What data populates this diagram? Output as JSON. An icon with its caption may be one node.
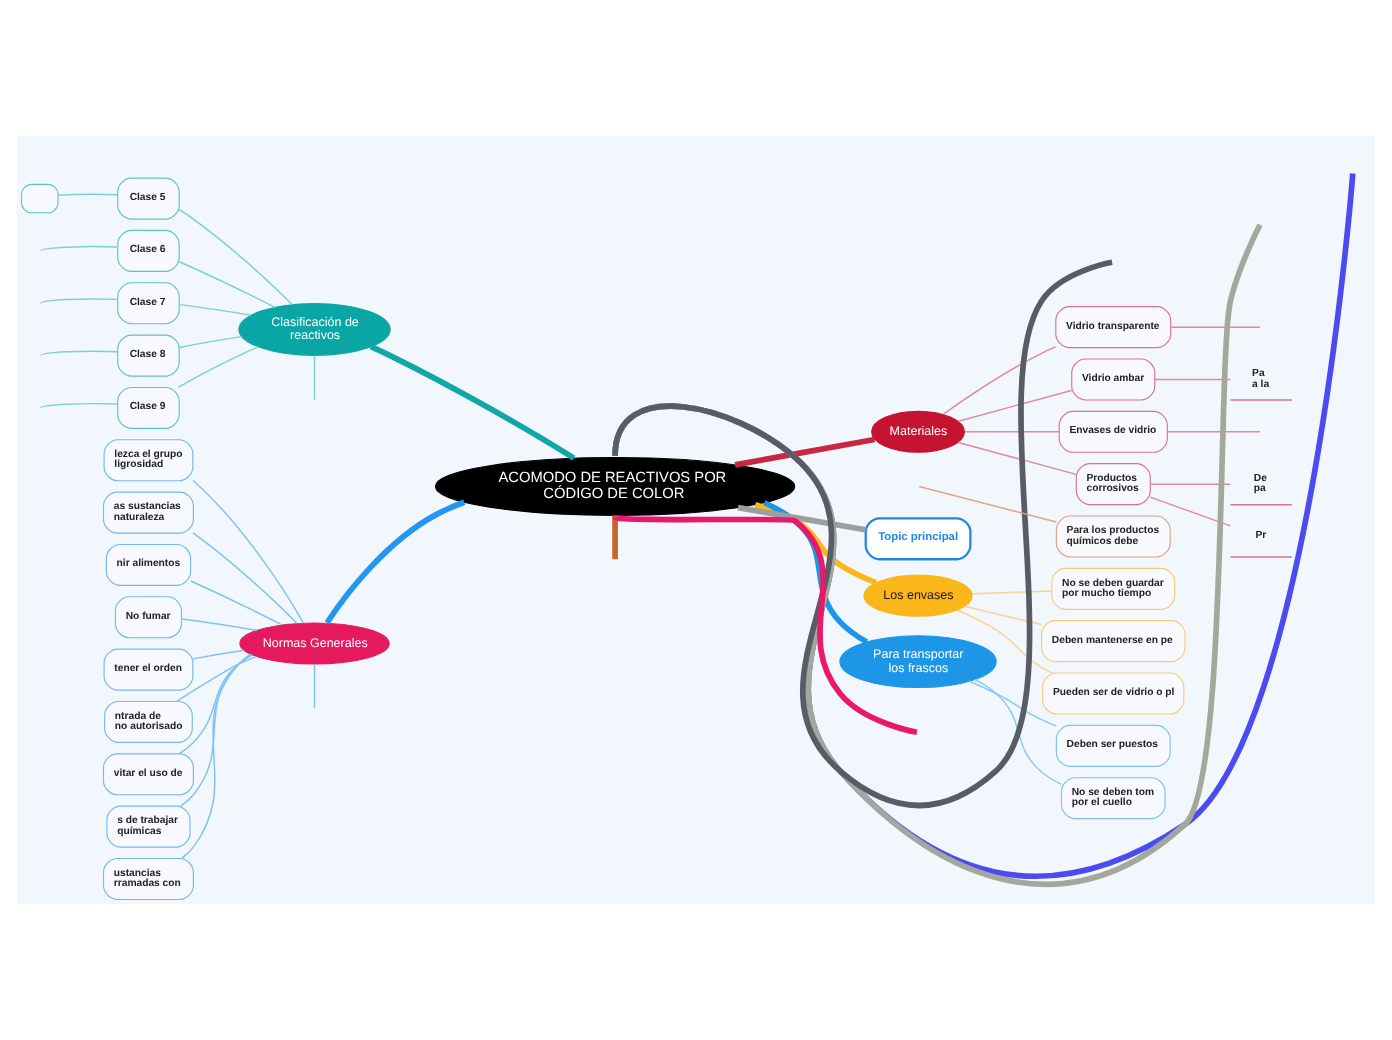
{
  "diagram": {
    "nodes": [
      {
        "text": [
          "ACOMODO DE REACTIVOS POR CÓDIGO DE COLOR"
        ]
      },
      {
        "text": [
          "Clasificación de reactivos"
        ]
      },
      {
        "text": [
          "Clase 5"
        ]
      },
      {
        "text": [],
        "shape": "box"
      },
      {
        "text": [
          "Clase 6"
        ]
      },
      {
        "text": [
          "Clase 7"
        ]
      },
      {
        "text": [
          "Clase 8"
        ]
      },
      {
        "text": [
          "Clase 9"
        ]
      },
      {
        "text": [
          "Normas Generales"
        ]
      },
      {
        "text": [
          "lezca el grupo ligrosidad"
        ]
      },
      {
        "text": [
          "as sustancias naturaleza"
        ]
      },
      {
        "text": [
          "nir alimentos"
        ]
      },
      {
        "text": [
          "No fumar"
        ]
      },
      {
        "text": [
          "tener el orden"
        ]
      },
      {
        "text": [
          "ntrada de no autorisado"
        ]
      },
      {
        "text": [
          "vitar el uso de"
        ]
      },
      {
        "text": [
          "s de trabajar químicas"
        ]
      },
      {
        "text": [
          "ustancias rramadas con"
        ]
      },
      {
        "text": [
          "Los envases"
        ]
      },
      {
        "text": [
          "Deben mantenerse en pe"
        ]
      },
      {
        "text": [
          "Pueden ser de vidrio o pl"
        ]
      },
      {
        "text": [
          "No se deben guardar por mucho tiempo"
        ]
      },
      {
        "text": [
          "Para transportar los frascos"
        ]
      },
      {
        "text": [
          "No se deben tom por el cuello"
        ]
      },
      {
        "text": [
          "Deben ser puestos"
        ]
      },
      {
        "text": [
          "Materiales"
        ]
      },
      {
        "text": [
          "Vidrio transparente"
        ]
      },
      {
        "text": [
          "Vidrio ambar"
        ]
      },
      {
        "text": [
          "Envases de vidrio"
        ]
      },
      {
        "text": [
          "Productos corrosivos"
        ]
      },
      {
        "text": [
          "Pa a la"
        ]
      },
      {
        "text": [
          "De pa"
        ]
      },
      {
        "text": [
          "Pr"
        ]
      },
      {
        "text": [
          "Topic principal"
        ]
      },
      {
        "text": [
          "Para los productos químicos debe"
        ]
      }
    ],
    "edges": [
      {
        "from": 0,
        "to": 1,
        "arrow": "none",
        "style": "thick",
        "color": "#12a7a7"
      },
      {
        "from": 1,
        "to": null,
        "arrow": "none",
        "color": "#7dd0d0"
      },
      {
        "from": 1,
        "to": 2,
        "arrow": "none",
        "color": "#7dd0d0"
      },
      {
        "from": 1,
        "to": 4,
        "arrow": "none",
        "color": "#7dd0d0"
      },
      {
        "from": 1,
        "to": 5,
        "arrow": "none",
        "color": "#7dd0d0"
      },
      {
        "from": 1,
        "to": 6,
        "arrow": "none",
        "color": "#7dd0d0"
      },
      {
        "from": 1,
        "to": 7,
        "arrow": "none",
        "color": "#7dd0d0"
      },
      {
        "from": 2,
        "to": 3,
        "arrow": "none",
        "color": "#7dd0d0"
      },
      {
        "from": 4,
        "to": null,
        "arrow": "none",
        "color": "#7dd0d0"
      },
      {
        "from": 5,
        "to": null,
        "arrow": "none",
        "color": "#7dd0d0"
      },
      {
        "from": 6,
        "to": null,
        "arrow": "none",
        "color": "#7dd0d0"
      },
      {
        "from": 7,
        "to": null,
        "arrow": "none",
        "color": "#7dd0d0"
      },
      {
        "from": 0,
        "to": 8,
        "arrow": "none",
        "style": "thick",
        "color": "#2196f3"
      },
      {
        "from": 8,
        "to": 9,
        "arrow": "none",
        "color": "#80c2f2"
      },
      {
        "from": 8,
        "to": 10,
        "arrow": "none",
        "color": "#80c2f2"
      },
      {
        "from": 8,
        "to": 11,
        "arrow": "none",
        "color": "#80c2f2"
      },
      {
        "from": 8,
        "to": 12,
        "arrow": "none",
        "color": "#80c2f2"
      },
      {
        "from": 8,
        "to": 13,
        "arrow": "none",
        "color": "#80c2f2"
      },
      {
        "from": 8,
        "to": 14,
        "arrow": "none",
        "color": "#80c2f2"
      },
      {
        "from": 8,
        "to": 15,
        "arrow": "none",
        "color": "#80c2f2"
      },
      {
        "from": 8,
        "to": 16,
        "arrow": "none",
        "color": "#80c2f2"
      },
      {
        "from": 8,
        "to": 17,
        "arrow": "none",
        "color": "#80c2f2"
      },
      {
        "from": 8,
        "to": null,
        "arrow": "none",
        "color": "#80c2f2"
      },
      {
        "from": null,
        "to": 0,
        "arrow": "none",
        "style": "thick",
        "color": "#4b4cf0"
      },
      {
        "from": null,
        "to": 0,
        "arrow": "none",
        "style": "thick",
        "color": "#a3a89c"
      },
      {
        "from": null,
        "to": 0,
        "arrow": "none",
        "style": "thick",
        "color": "#585c66"
      },
      {
        "from": null,
        "to": 0,
        "arrow": "none",
        "style": "thick",
        "color": "#e8186a"
      },
      {
        "from": 0,
        "to": null,
        "arrow": "none",
        "style": "thick",
        "color": "#c9652a"
      },
      {
        "from": 0,
        "to": 18,
        "arrow": "none",
        "style": "thick",
        "color": "#fbb619"
      },
      {
        "from": 18,
        "to": 19,
        "arrow": "none",
        "color": "#f8d590"
      },
      {
        "from": 18,
        "to": 20,
        "arrow": "none",
        "color": "#f8d590"
      },
      {
        "from": 18,
        "to": 21,
        "arrow": "none",
        "color": "#f8d590"
      },
      {
        "from": 0,
        "to": 22,
        "arrow": "none",
        "style": "thick",
        "color": "#1e96e8"
      },
      {
        "from": 22,
        "to": 23,
        "arrow": "none",
        "color": "#8ec8f2"
      },
      {
        "from": 22,
        "to": 24,
        "arrow": "none",
        "color": "#8ec8f2"
      },
      {
        "from": 0,
        "to": 25,
        "arrow": "none",
        "style": "thick",
        "color": "#c8283f"
      },
      {
        "from": 25,
        "to": 26,
        "arrow": "none",
        "color": "#e08a9b"
      },
      {
        "from": 25,
        "to": 27,
        "arrow": "none",
        "color": "#e08a9b"
      },
      {
        "from": 25,
        "to": 28,
        "arrow": "none",
        "color": "#e08a9b"
      },
      {
        "from": 25,
        "to": 29,
        "arrow": "none",
        "color": "#e08a9b"
      },
      {
        "from": 26,
        "to": null,
        "arrow": "none",
        "color": "#e08a9b"
      },
      {
        "from": 27,
        "to": 30,
        "arrow": "none",
        "color": "#e08a9b"
      },
      {
        "from": 28,
        "to": null,
        "arrow": "none",
        "color": "#e08a9b"
      },
      {
        "from": 29,
        "to": 31,
        "arrow": "none",
        "color": "#e08a9b"
      },
      {
        "from": 29,
        "to": 32,
        "arrow": "none",
        "color": "#e08a9b"
      },
      {
        "from": 0,
        "to": 33,
        "arrow": "none",
        "style": "thick",
        "color": "#9e9e9e"
      },
      {
        "from": null,
        "to": 34,
        "arrow": "none",
        "color": "#e0a485"
      }
    ]
  }
}
